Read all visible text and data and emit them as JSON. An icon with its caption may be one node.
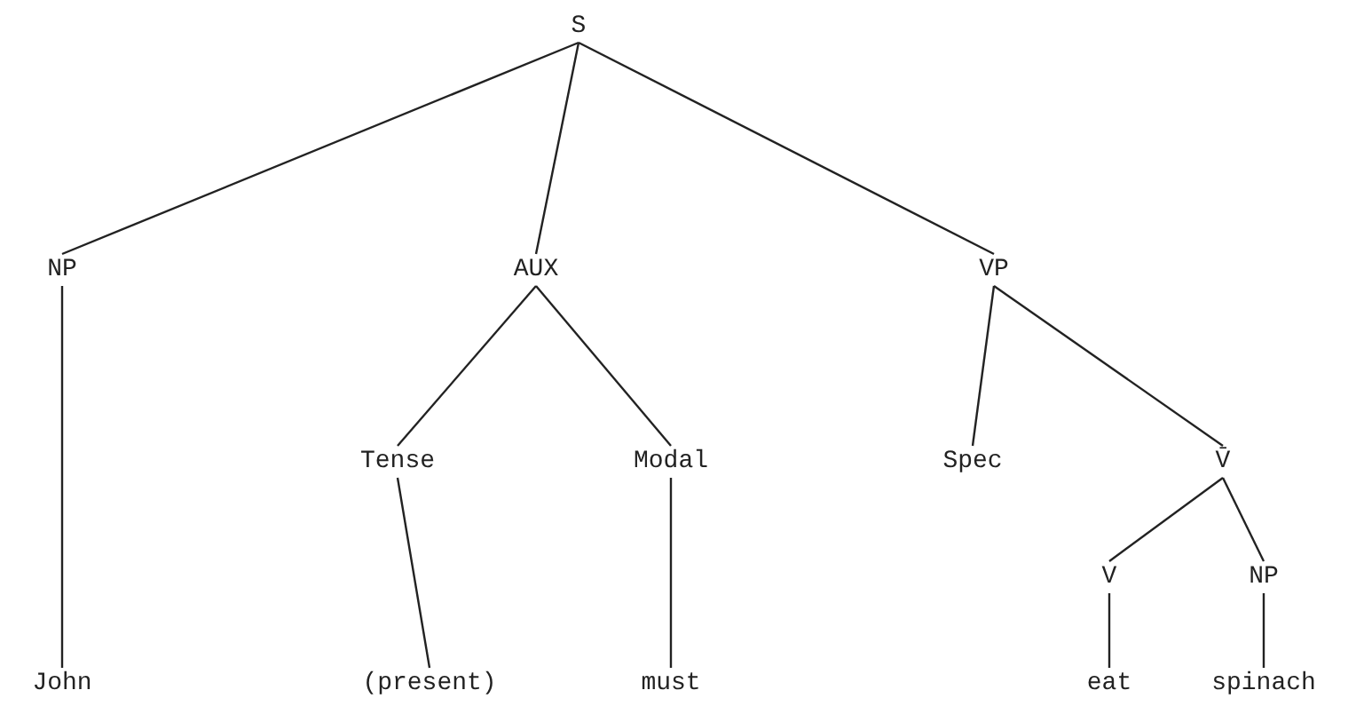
{
  "diagram": {
    "nodes": [
      {
        "text": [
          "S"
        ]
      },
      {
        "text": [
          "NP"
        ]
      },
      {
        "text": [
          "AUX"
        ]
      },
      {
        "text": [
          "VP"
        ]
      },
      {
        "text": [
          "Tense"
        ]
      },
      {
        "text": [
          "Modal"
        ]
      },
      {
        "text": [
          "Spec"
        ]
      },
      {
        "text": [
          "V̄"
        ]
      },
      {
        "text": [
          "V"
        ]
      },
      {
        "text": [
          "NP"
        ]
      },
      {
        "text": [
          "John"
        ]
      },
      {
        "text": [
          "(present)"
        ]
      },
      {
        "text": [
          "must"
        ]
      },
      {
        "text": [
          "eat"
        ]
      },
      {
        "text": [
          "spinach"
        ]
      }
    ],
    "edges": [
      {
        "from": 0,
        "to": 1,
        "arrow": "none"
      },
      {
        "from": 0,
        "to": 2,
        "arrow": "none"
      },
      {
        "from": 0,
        "to": 3,
        "arrow": "none"
      },
      {
        "from": 1,
        "to": 10,
        "arrow": "none"
      },
      {
        "from": 2,
        "to": 4,
        "arrow": "none"
      },
      {
        "from": 2,
        "to": 5,
        "arrow": "none"
      },
      {
        "from": 3,
        "to": 6,
        "arrow": "none"
      },
      {
        "from": 3,
        "to": 7,
        "arrow": "none"
      },
      {
        "from": 4,
        "to": 11,
        "arrow": "none"
      },
      {
        "from": 5,
        "to": 12,
        "arrow": "none"
      },
      {
        "from": 7,
        "to": 8,
        "arrow": "none"
      },
      {
        "from": 7,
        "to": 9,
        "arrow": "none"
      },
      {
        "from": 8,
        "to": 13,
        "arrow": "none"
      },
      {
        "from": 9,
        "to": 14,
        "arrow": "none"
      }
    ]
  }
}
